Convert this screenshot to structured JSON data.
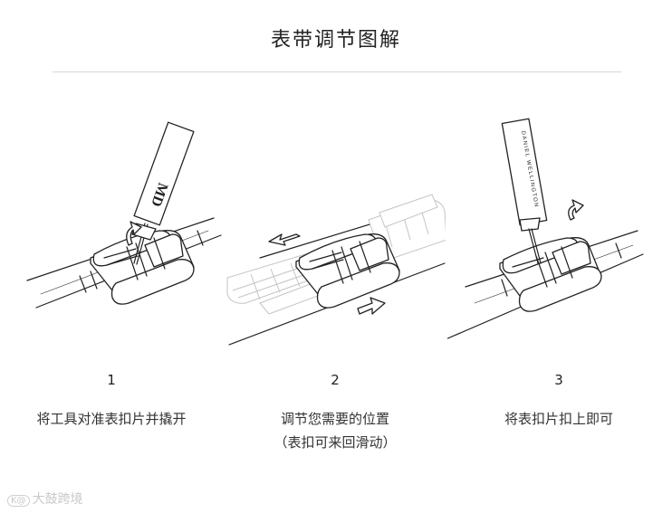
{
  "title": "表带调节图解",
  "steps": [
    {
      "number": "1",
      "caption": [
        "将工具对准表扣片并撬开"
      ]
    },
    {
      "number": "2",
      "caption": [
        "调节您需要的位置",
        "（表扣可来回滑动）"
      ]
    },
    {
      "number": "3",
      "caption": [
        "将表扣片扣上即可"
      ]
    }
  ],
  "tool_labels": {
    "step1": "MD",
    "step3": "DANIEL WELLINGTON"
  },
  "watermark": {
    "icon_text": "K@",
    "text": "大鼓跨境"
  },
  "colors": {
    "line": "#222222",
    "divider": "#d6d6d6",
    "ghost": "#c4c4c4",
    "watermark": "#c9c9c9"
  }
}
